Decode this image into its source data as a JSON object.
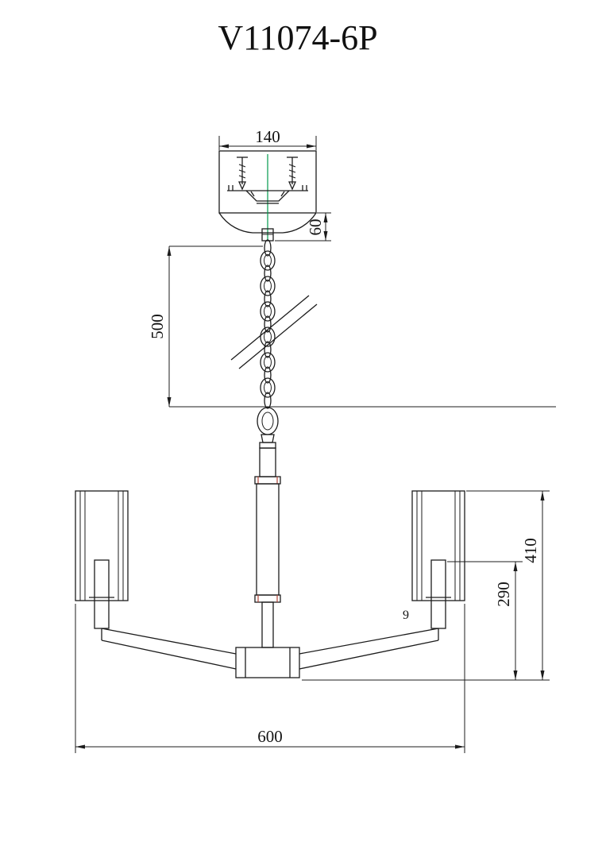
{
  "title": "V11074-6P",
  "dimensions": {
    "canopy_width": "140",
    "canopy_height": "60",
    "chain_length": "500",
    "fixture_height": "410",
    "shade_to_bottom": "290",
    "arm_label": "9",
    "total_width": "600"
  },
  "colors": {
    "line": "#1c1c1c",
    "centerline_green": "#019a4e",
    "accent_red": "#b0453a",
    "background": "#ffffff"
  }
}
